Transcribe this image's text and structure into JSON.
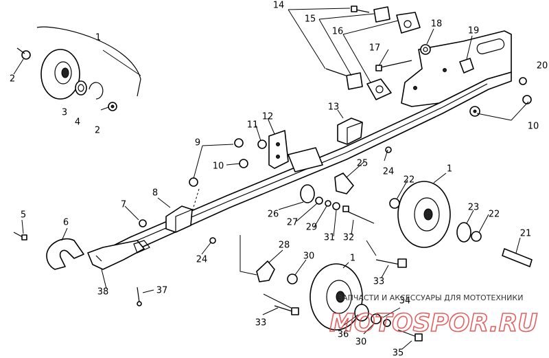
{
  "callouts": {
    "c1a": "1",
    "c1b": "1",
    "c1c": "1",
    "c2a": "2",
    "c2b": "2",
    "c3": "3",
    "c4": "4",
    "c5": "5",
    "c6": "6",
    "c7": "7",
    "c8": "8",
    "c9": "9",
    "c10a": "10",
    "c10b": "10",
    "c11": "11",
    "c12": "12",
    "c13": "13",
    "c14": "14",
    "c15": "15",
    "c16": "16",
    "c17": "17",
    "c18": "18",
    "c19": "19",
    "c20": "20",
    "c21": "21",
    "c22a": "22",
    "c22b": "22",
    "c23": "23",
    "c24a": "24",
    "c24b": "24",
    "c25": "25",
    "c26": "26",
    "c27": "27",
    "c28": "28",
    "c29": "29",
    "c30a": "30",
    "c30b": "30",
    "c31": "31",
    "c32": "32",
    "c33a": "33",
    "c33b": "33",
    "c34": "34",
    "c35": "35",
    "c36": "36",
    "c37": "37",
    "c38": "38"
  },
  "watermark": {
    "caption": "ЗАПЧАСТИ И АКСЕССУАРЫ ДЛЯ МОТОТЕХНИКИ",
    "logo": "MOTOSPOR.RU"
  }
}
